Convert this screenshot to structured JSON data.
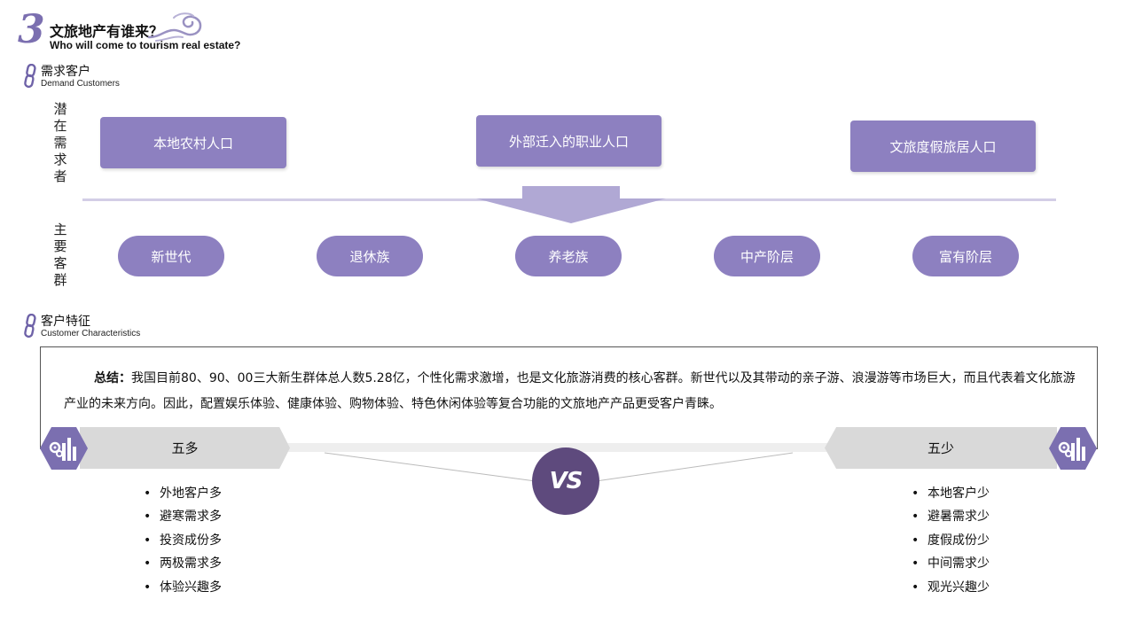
{
  "header": {
    "number": "3",
    "title_cn": "文旅地产有谁来？",
    "title_en": "Who will come to tourism real estate?"
  },
  "section_demand": {
    "cn": "需求客户",
    "en": "Demand Customers"
  },
  "row_labels": {
    "potential": [
      "潜",
      "在",
      "需",
      "求",
      "者"
    ],
    "main_groups": [
      "主",
      "要",
      "客",
      "群"
    ]
  },
  "potential_boxes": [
    "本地农村人口",
    "外部迁入的职业人口",
    "文旅度假旅居人口"
  ],
  "groups": [
    "新世代",
    "退休族",
    "养老族",
    "中产阶层",
    "富有阶层"
  ],
  "section_characteristics": {
    "cn": "客户特征",
    "en": "Customer Characteristics"
  },
  "summary": {
    "label": "总结：",
    "text": "我国目前80、90、00三大新生群体总人数5.28亿，个性化需求激增，也是文化旅游消费的核心客群。新世代以及其带动的亲子游、浪漫游等市场巨大，而且代表着文化旅游产业的未来方向。因此，配置娱乐体验、健康体验、购物体验、特色休闲体验等复合功能的文旅地产产品更受客户青睐。"
  },
  "compare": {
    "left_title": "五多",
    "right_title": "五少",
    "vs": "VS",
    "left_items": [
      "外地客户多",
      "避寒需求多",
      "投资成份多",
      "两极需求多",
      "体验兴趣多"
    ],
    "right_items": [
      "本地客户少",
      "避暑需求少",
      "度假成份少",
      "中间需求少",
      "观光兴趣少"
    ]
  },
  "colors": {
    "accent": "#8d80c0",
    "accent_dark": "#5e4a7d",
    "banner": "#d9d9d9",
    "divider": "#d3cee6"
  }
}
